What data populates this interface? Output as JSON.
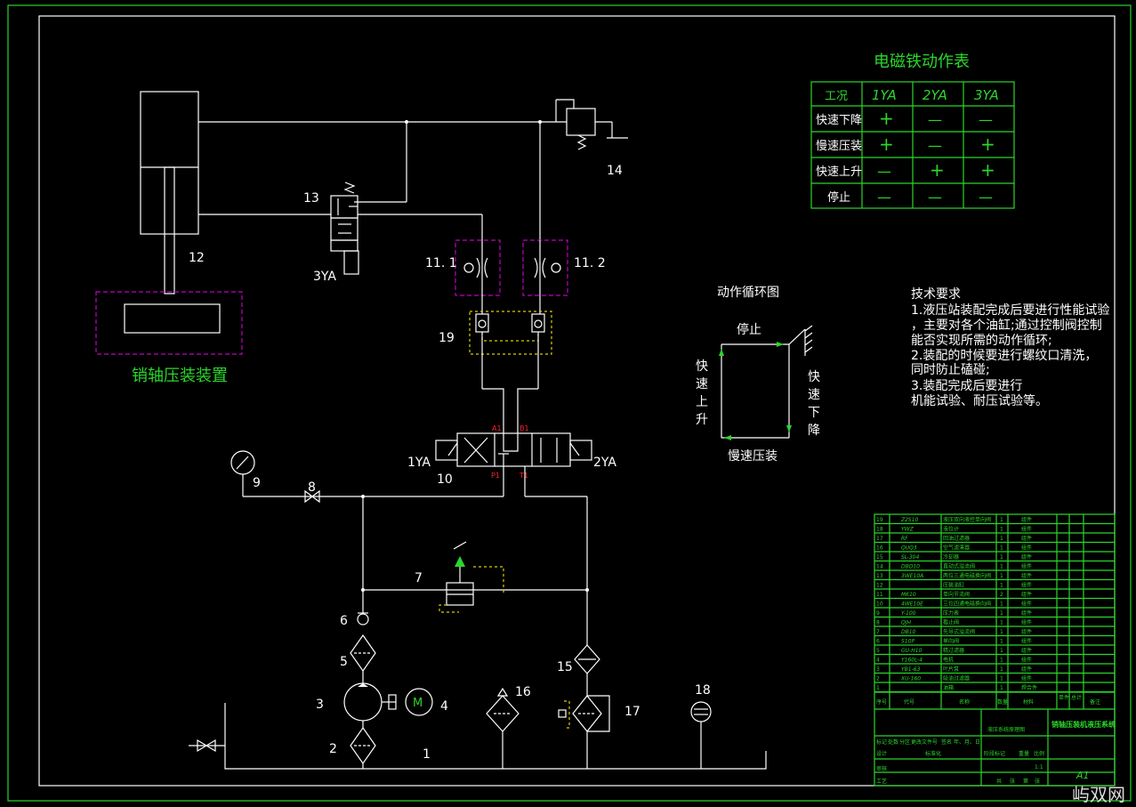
{
  "colors": {
    "background": "#000000",
    "line": "#ffffff",
    "table": "#2bd62b",
    "frame_dashed": "#c000c0",
    "valve_block": "#d8d000",
    "port_label": "#ff2020"
  },
  "labels": {
    "cylinder": "12",
    "valve13": "13",
    "valve13_coil": "3YA",
    "relief14": "14",
    "throttle_a": "11. 1",
    "throttle_b": "11. 2",
    "check19": "19",
    "solenoid_left": "1YA",
    "solenoid_right": "2YA",
    "dir_valve": "10",
    "gauge": "9",
    "cock": "8",
    "pilot_valve": "7",
    "check6": "6",
    "filter5": "5",
    "pump": "3",
    "motor": "4",
    "motor_letter": "M",
    "filter2": "2",
    "tank": "1",
    "aircleaner": "16",
    "filter15": "15",
    "filter17": "17",
    "thermo": "18",
    "port_a": "A1",
    "port_b": "B1",
    "port_p": "P1",
    "port_t": "T1"
  },
  "device_caption": "销轴压装装置",
  "solenoid_table": {
    "title": "电磁铁动作表",
    "headers": [
      "工况",
      "1YA",
      "2YA",
      "3YA"
    ],
    "rows": [
      [
        "快速下降",
        "+",
        "—",
        "—"
      ],
      [
        "慢速压装",
        "+",
        "—",
        "+"
      ],
      [
        "快速上升",
        "—",
        "+",
        "+"
      ],
      [
        "停止",
        "—",
        "—",
        "—"
      ]
    ]
  },
  "cycle": {
    "title": "动作循环图",
    "stop": "停止",
    "fast_up": [
      "快",
      "速",
      "上",
      "升"
    ],
    "fast_down": [
      "快",
      "速",
      "下",
      "降"
    ],
    "slow_press": "慢速压装"
  },
  "tech": {
    "title": "技术要求",
    "lines": [
      "1.液压站装配完成后要进行性能试验",
      "，主要对各个油缸;通过控制阀控制",
      "能否实现所需的动作循环;",
      "2.装配的时候要进行螺纹口清洗，",
      "同时防止磕碰;",
      "3.装配完成后要进行",
      "机能试验、耐压试验等。"
    ]
  },
  "bom": {
    "rows": [
      [
        "19",
        "Z2S10",
        "液压双向液控单向阀",
        "1",
        "组件"
      ],
      [
        "18",
        "YWZ",
        "液位计",
        "1",
        "组件"
      ],
      [
        "17",
        "RF",
        "回油过滤器",
        "1",
        "组件"
      ],
      [
        "16",
        "QUQ3",
        "空气滤清器",
        "1",
        "组件"
      ],
      [
        "15",
        "SL-304",
        "冷却器",
        "1",
        "组件"
      ],
      [
        "14",
        "DBD10",
        "直动式溢流阀",
        "1",
        "组件"
      ],
      [
        "13",
        "3WE10A",
        "两位三通电磁换向阀",
        "1",
        "组件"
      ],
      [
        "12",
        "",
        "压装油缸",
        "1",
        "组件"
      ],
      [
        "11",
        "MK10",
        "单向节流阀",
        "2",
        "组件"
      ],
      [
        "10",
        "4WE10E",
        "三位四通电磁换向阀",
        "1",
        "组件"
      ],
      [
        "9",
        "Y-100",
        "压力表",
        "1",
        "组件"
      ],
      [
        "8",
        "QJH",
        "截止阀",
        "1",
        "组件"
      ],
      [
        "7",
        "DB10",
        "先导式溢流阀",
        "1",
        "组件"
      ],
      [
        "6",
        "S10P",
        "单向阀",
        "1",
        "组件"
      ],
      [
        "5",
        "GU-H10",
        "精过滤器",
        "1",
        "组件"
      ],
      [
        "4",
        "Y160L-4",
        "电机",
        "1",
        "组件"
      ],
      [
        "3",
        "YB1-63",
        "叶片泵",
        "1",
        "组件"
      ],
      [
        "2",
        "XU-160",
        "吸油过滤器",
        "1",
        "组件"
      ],
      [
        "1",
        "",
        "油箱",
        "1",
        "焊合件"
      ]
    ],
    "header": [
      "序号",
      "代号",
      "名称",
      "数量",
      "材料",
      "单件",
      "总计",
      "备注"
    ],
    "drawing_name": "液压系统原理图",
    "title_right": "销轴压装机液压系统",
    "sheet": "A1",
    "scale": "1:1",
    "small_labels": [
      "标记",
      "处数",
      "分区",
      "更改文件号",
      "签名",
      "年、月、日",
      "设计",
      "标准化",
      "阶段标记",
      "重量",
      "比例",
      "审核",
      "工艺",
      "共",
      "张",
      "第",
      "张"
    ]
  },
  "watermark": "屿双网"
}
